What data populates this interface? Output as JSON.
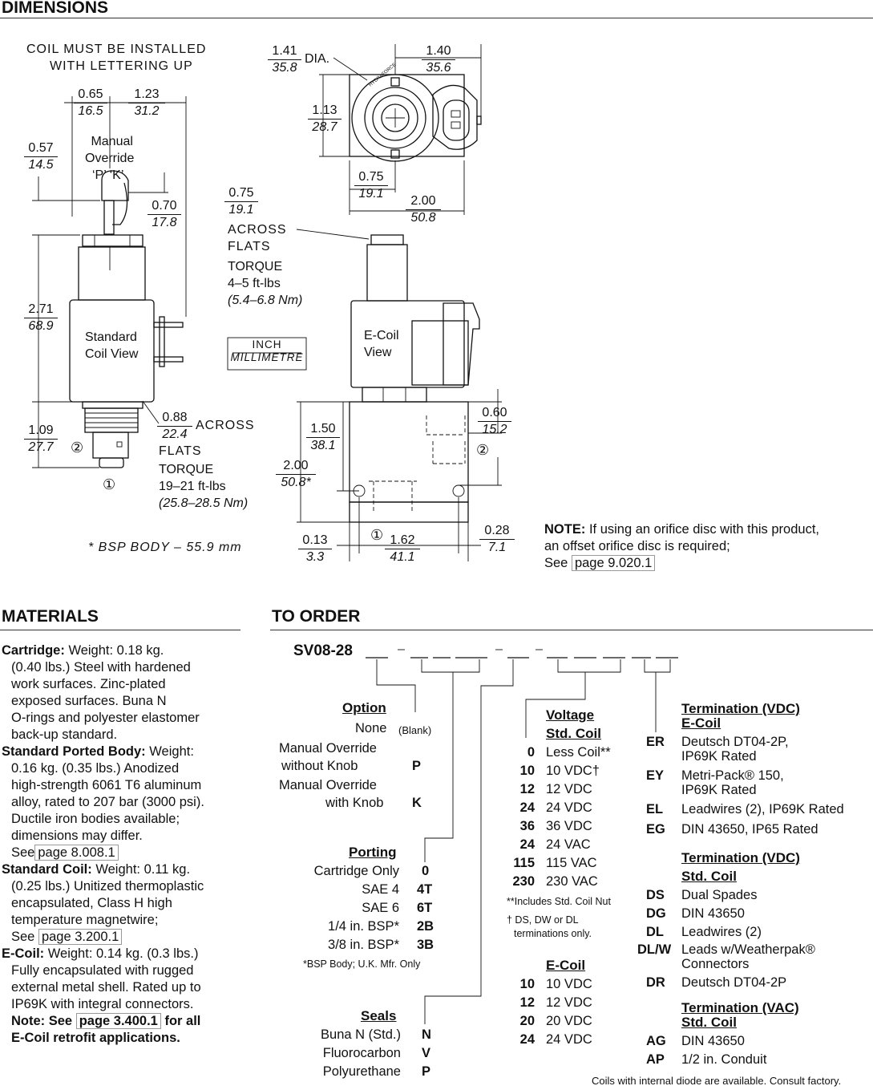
{
  "sections": {
    "dimensions": "DIMENSIONS",
    "materials": "MATERIALS",
    "to_order": "TO ORDER"
  },
  "drawing": {
    "coil_note_1": "COIL MUST BE INSTALLED",
    "coil_note_2": "WITH LETTERING UP",
    "manual_override_1": "Manual",
    "manual_override_2": "Override",
    "manual_override_3": "‘P’   ‘K’",
    "standard_coil_1": "Standard",
    "standard_coil_2": "Coil View",
    "ecoil_1": "E-Coil",
    "ecoil_2": "View",
    "dia": "DIA.",
    "across_flats_a": "ACROSS",
    "across_flats_b": "FLATS",
    "torque": "TORQUE",
    "torque_top_1": "4–5 ft-lbs",
    "torque_top_2": "(5.4–6.8 Nm)",
    "torque_bot_1": "19–21 ft-lbs",
    "torque_bot_2": "(25.8–28.5 Nm)",
    "across_flats_bottom_a": "ACROSS",
    "across_flats_bottom_b": "FLATS",
    "legend_inch": "INCH",
    "legend_mm": "MILLIMETRE",
    "bsp_note": "* BSP BODY – 55.9 mm",
    "port_1": "①",
    "port_2": "②",
    "brand": "HYDRAFORCE",
    "dims": {
      "d065": [
        "0.65",
        "16.5"
      ],
      "d123": [
        "1.23",
        "31.2"
      ],
      "d057": [
        "0.57",
        "14.5"
      ],
      "d070": [
        "0.70",
        "17.8"
      ],
      "d271": [
        "2.71",
        "68.9"
      ],
      "d109": [
        "1.09",
        "27.7"
      ],
      "d088": [
        "0.88",
        "22.4"
      ],
      "d141": [
        "1.41",
        "35.8"
      ],
      "d140": [
        "1.40",
        "35.6"
      ],
      "d113": [
        "1.13",
        "28.7"
      ],
      "d075a": [
        "0.75",
        "19.1"
      ],
      "d200a": [
        "2.00",
        "50.8"
      ],
      "d075b": [
        "0.75",
        "19.1"
      ],
      "d150": [
        "1.50",
        "38.1"
      ],
      "d060": [
        "0.60",
        "15.2"
      ],
      "d200b": [
        "2.00",
        "50.8*"
      ],
      "d013": [
        "0.13",
        "3.3"
      ],
      "d162": [
        "1.62",
        "41.1"
      ],
      "d028": [
        "0.28",
        "7.1"
      ]
    }
  },
  "note": {
    "label": "NOTE:",
    "text1": "If using an orifice disc with this product,",
    "text2": "an offset orifice disc is required;",
    "see": "See",
    "link": "page 9.020.1"
  },
  "materials": {
    "cartridge_label": "Cartridge:",
    "cartridge_text": "Weight: 0.18 kg.",
    "cartridge_lines": [
      "(0.40 lbs.) Steel with hardened",
      "work surfaces. Zinc-plated",
      "exposed surfaces. Buna N",
      "O-rings and polyester elastomer",
      "back-up standard."
    ],
    "body_label": "Standard Ported Body:",
    "body_text": "Weight:",
    "body_lines": [
      "0.16 kg. (0.35 lbs.) Anodized",
      "high-strength 6061 T6 aluminum",
      "alloy, rated to 207 bar (3000 psi).",
      "Ductile iron bodies available;",
      "dimensions may differ."
    ],
    "body_see": "See",
    "body_link": "page 8.008.1",
    "coil_label": "Standard Coil:",
    "coil_text": "Weight: 0.11 kg.",
    "coil_lines": [
      "(0.25 lbs.) Unitized thermoplastic",
      "encapsulated, Class H high",
      "temperature magnetwire;"
    ],
    "coil_see": "See",
    "coil_link": "page 3.200.1",
    "ecoil_label": "E-Coil:",
    "ecoil_text": "Weight: 0.14 kg. (0.3 lbs.)",
    "ecoil_lines": [
      "Fully encapsulated with rugged",
      "external metal shell. Rated up to",
      "IP69K with integral connectors."
    ],
    "ecoil_note_pre": "Note: See",
    "ecoil_link": "page 3.400.1",
    "ecoil_note_post": "for all",
    "ecoil_note_2": "E-Coil retrofit applications."
  },
  "order": {
    "model": "SV08-28",
    "option": {
      "heading": "Option",
      "rows": [
        {
          "label": "None",
          "code": "(Blank)"
        },
        {
          "label": "Manual Override",
          "label2": "without Knob",
          "code": "P"
        },
        {
          "label": "Manual Override",
          "label2": "with Knob",
          "code": "K"
        }
      ]
    },
    "porting": {
      "heading": "Porting",
      "rows": [
        {
          "label": "Cartridge Only",
          "code": "0"
        },
        {
          "label": "SAE 4",
          "code": "4T"
        },
        {
          "label": "SAE 6",
          "code": "6T"
        },
        {
          "label": "1/4 in. BSP*",
          "code": "2B"
        },
        {
          "label": "3/8 in. BSP*",
          "code": "3B"
        }
      ],
      "footnote": "*BSP Body; U.K. Mfr. Only"
    },
    "seals": {
      "heading": "Seals",
      "rows": [
        {
          "label": "Buna N (Std.)",
          "code": "N"
        },
        {
          "label": "Fluorocarbon",
          "code": "V"
        },
        {
          "label": "Polyurethane",
          "code": "P"
        }
      ]
    },
    "voltage": {
      "heading1": "Voltage",
      "heading2": "Std. Coil",
      "rows": [
        {
          "code": "0",
          "label": "Less Coil**"
        },
        {
          "code": "10",
          "label": "10 VDC†"
        },
        {
          "code": "12",
          "label": "12 VDC"
        },
        {
          "code": "24",
          "label": "24 VDC"
        },
        {
          "code": "36",
          "label": "36 VDC"
        },
        {
          "code": "24",
          "label": "24 VAC"
        },
        {
          "code": "115",
          "label": "115 VAC"
        },
        {
          "code": "230",
          "label": "230 VAC"
        }
      ],
      "fn1": "**Includes Std. Coil Nut",
      "fn2a": "† DS, DW or DL",
      "fn2b": "terminations only."
    },
    "ecoil": {
      "heading": "E-Coil",
      "rows": [
        {
          "code": "10",
          "label": "10 VDC"
        },
        {
          "code": "12",
          "label": "12 VDC"
        },
        {
          "code": "20",
          "label": "20 VDC"
        },
        {
          "code": "24",
          "label": "24 VDC"
        }
      ]
    },
    "term_vdc_ecoil": {
      "heading1": "Termination (VDC)",
      "heading2": "E-Coil",
      "rows": [
        {
          "code": "ER",
          "label": "Deutsch DT04-2P,",
          "label2": "IP69K Rated"
        },
        {
          "code": "EY",
          "label": "Metri-Pack® 150,",
          "label2": "IP69K Rated"
        },
        {
          "code": "EL",
          "label": "Leadwires (2), IP69K Rated"
        },
        {
          "code": "EG",
          "label": "DIN 43650, IP65 Rated"
        }
      ]
    },
    "term_vdc_std": {
      "heading1": "Termination (VDC)",
      "heading2": "Std. Coil",
      "rows": [
        {
          "code": "DS",
          "label": "Dual Spades"
        },
        {
          "code": "DG",
          "label": "DIN 43650"
        },
        {
          "code": "DL",
          "label": "Leadwires (2)"
        },
        {
          "code": "DL/W",
          "label": "Leads w/Weatherpak®",
          "label2": "Connectors"
        },
        {
          "code": "DR",
          "label": "Deutsch DT04-2P"
        }
      ]
    },
    "term_vac_std": {
      "heading1": "Termination (VAC)",
      "heading2": "Std. Coil",
      "rows": [
        {
          "code": "AG",
          "label": "DIN 43650"
        },
        {
          "code": "AP",
          "label": "1/2 in. Conduit"
        }
      ]
    },
    "diode_note": "Coils with internal diode are available. Consult factory."
  }
}
